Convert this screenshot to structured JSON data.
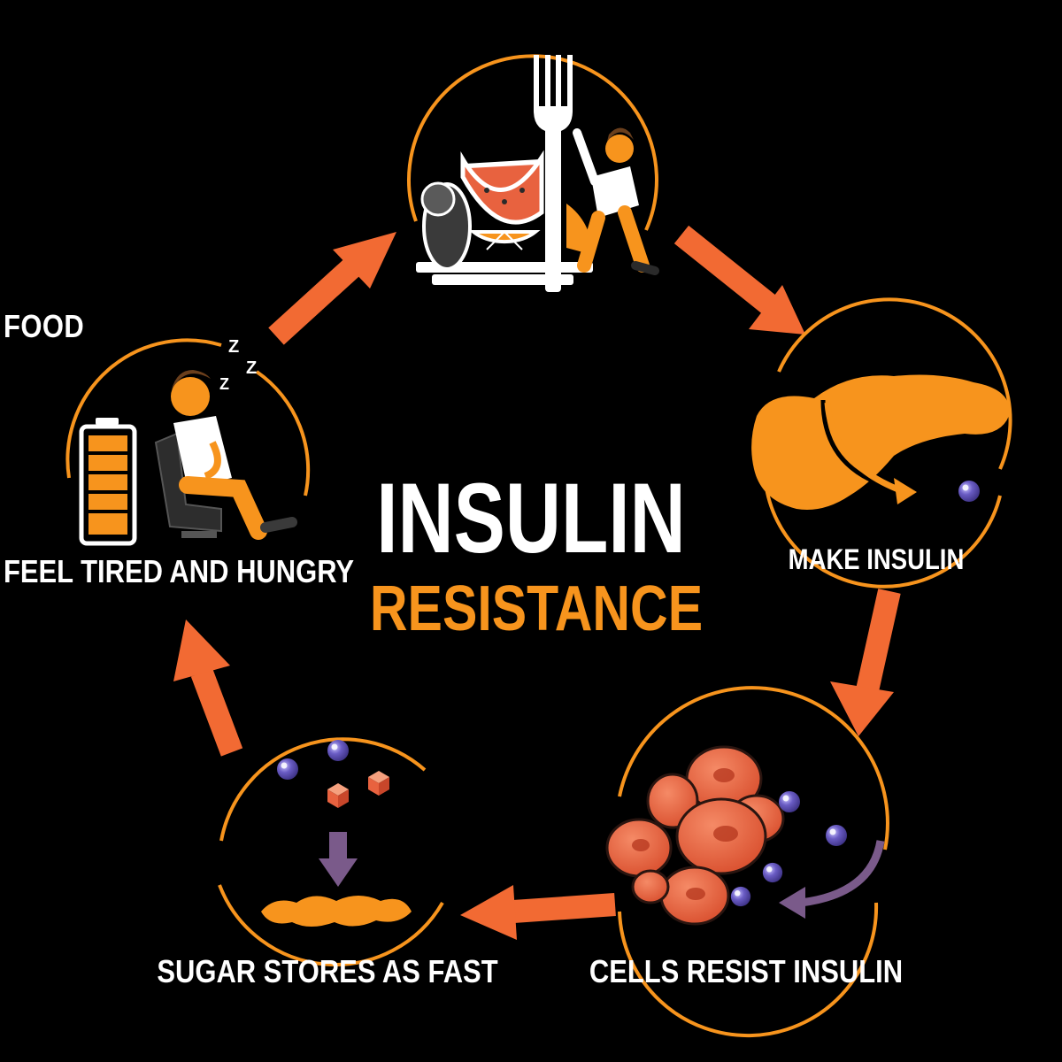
{
  "title": {
    "main": "INSULIN",
    "sub": "RESISTANCE"
  },
  "colors": {
    "background": "#000000",
    "accent_orange": "#f7941d",
    "arrow_orange": "#f26a33",
    "cell_red": "#e8623f",
    "glucose_purple": "#5b4ea8",
    "text_white": "#ffffff"
  },
  "steps": [
    {
      "label": "EAT FOOD",
      "icon": "fork-food-person-icon"
    },
    {
      "label": "MAKE INSULIN",
      "icon": "pancreas-icon"
    },
    {
      "label": "CELLS RESIST INSULIN",
      "icon": "cells-icon"
    },
    {
      "label": "SUGAR STORES AS FAST",
      "icon": "fat-storage-icon"
    },
    {
      "label": "FEEL TIRED AND HUNGRY",
      "icon": "tired-battery-icon"
    }
  ]
}
